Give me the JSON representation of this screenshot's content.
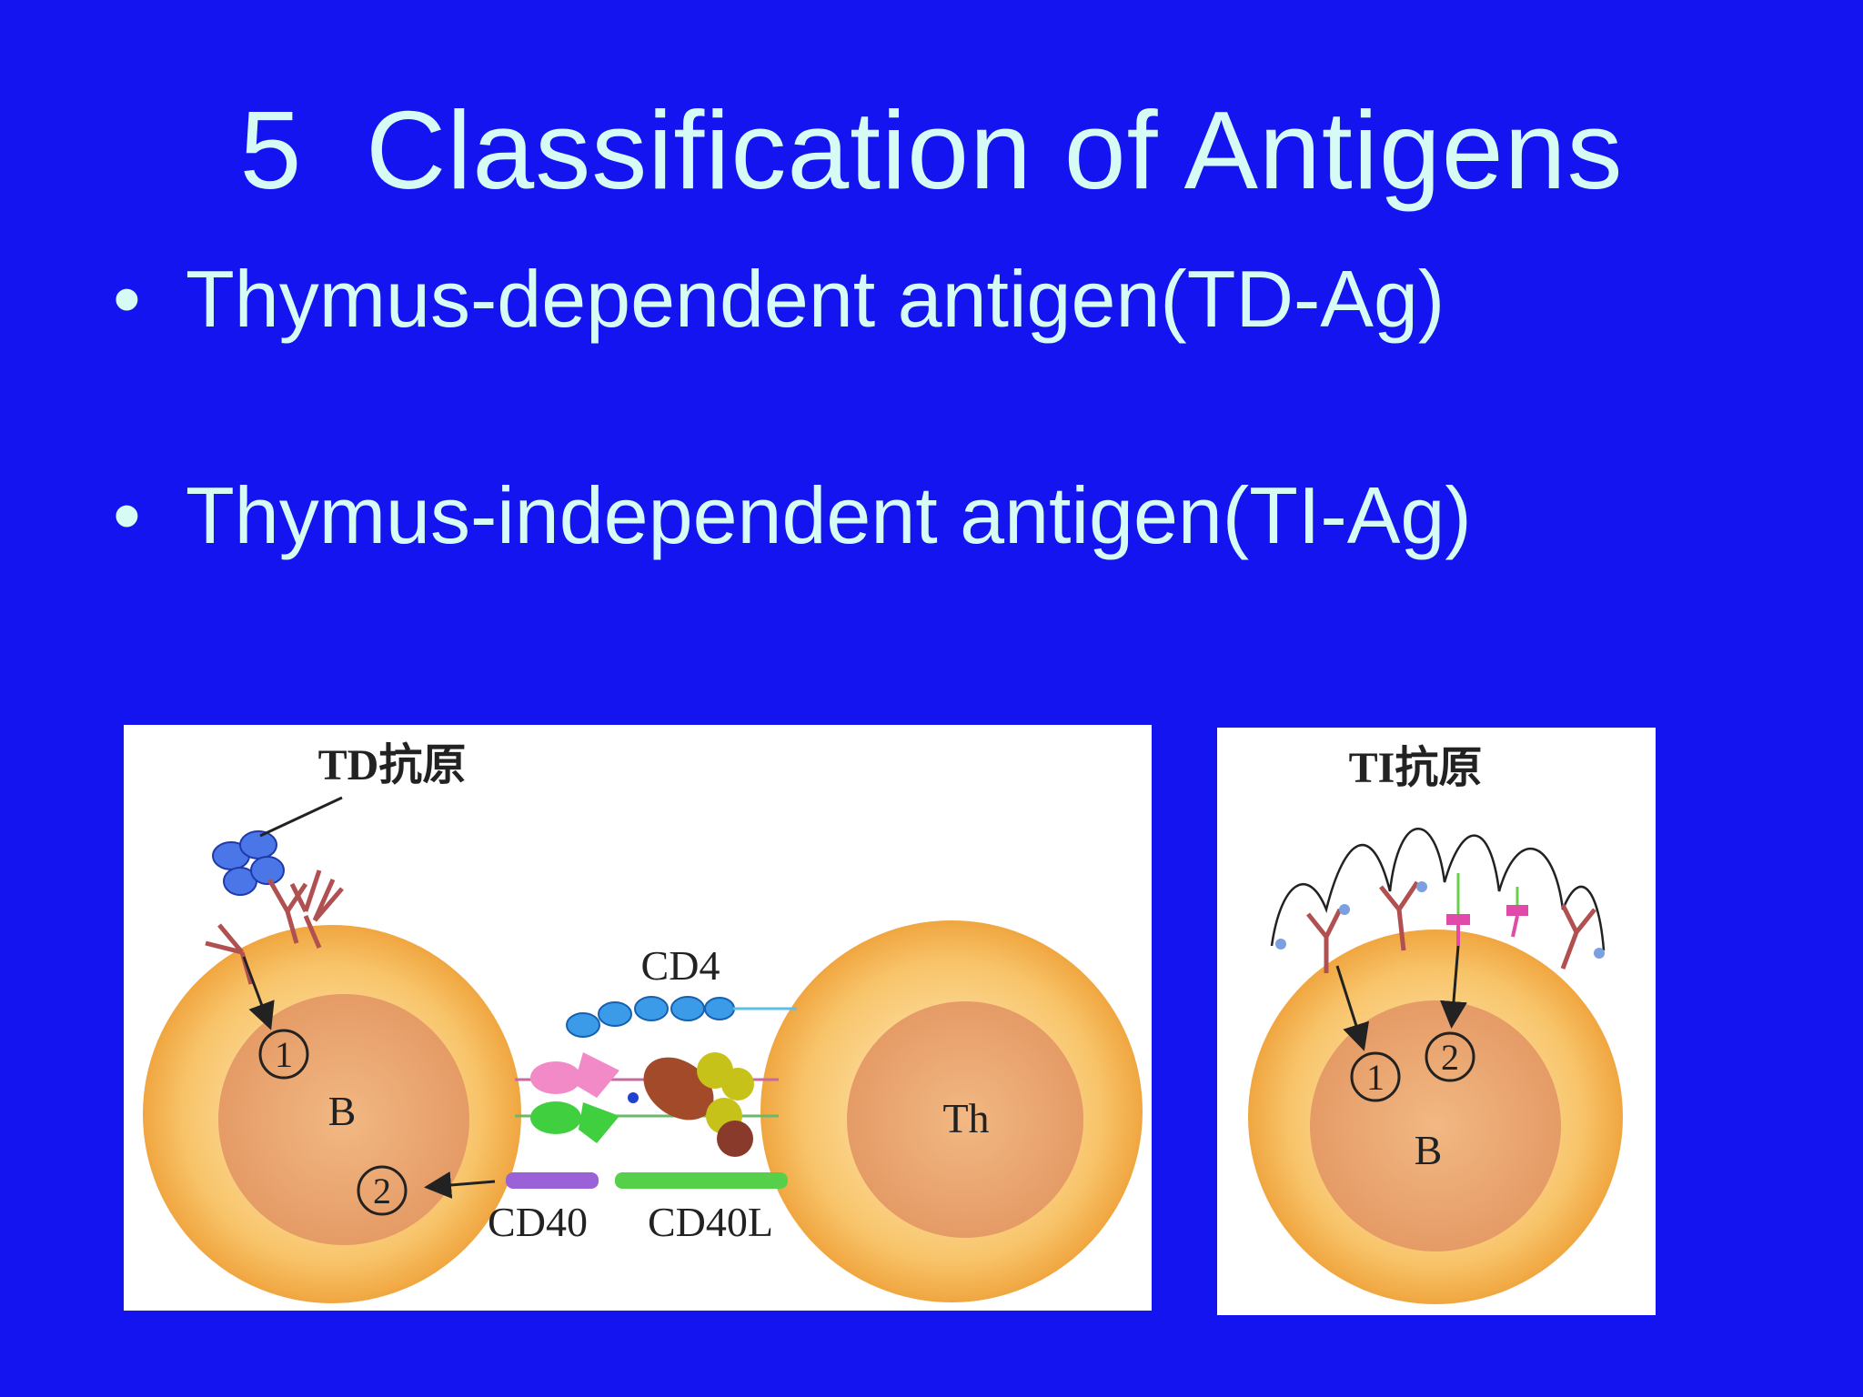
{
  "slide": {
    "title": "5  Classification of Antigens",
    "bullets": [
      "Thymus-dependent antigen(TD-Ag)",
      "Thymus-independent antigen(TI-Ag)"
    ]
  },
  "td_diagram": {
    "title": "TD抗原",
    "b_cell_label": "B",
    "th_cell_label": "Th",
    "step1": "①",
    "step2": "②",
    "cd4": "CD4",
    "cd40": "CD40",
    "cd40l": "CD40L"
  },
  "ti_diagram": {
    "title": "TI抗原",
    "b_cell_label": "B",
    "step1": "①",
    "step2": "②"
  },
  "colors": {
    "background": "#1414f0",
    "text": "#d6fbf4",
    "cell_outer": "#f6b350",
    "cell_inner": "#e79760"
  }
}
